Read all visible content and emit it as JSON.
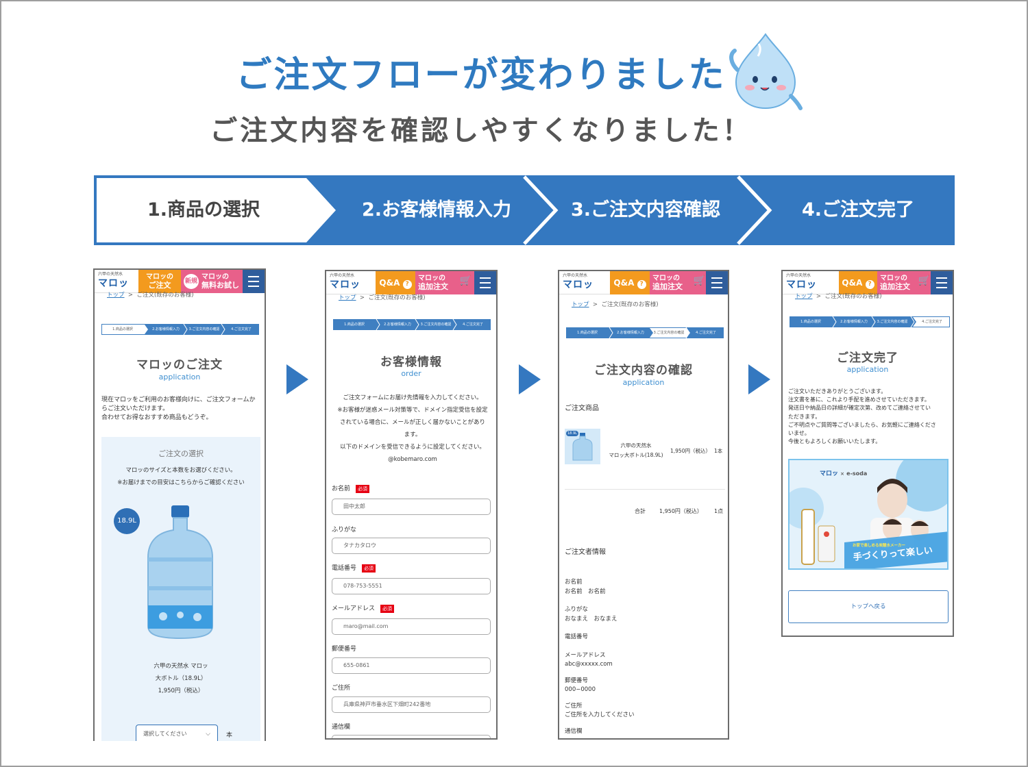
{
  "header": {
    "title": "ご注文フローが変わりました",
    "subtitle": "ご注文内容を確認しやすくなりました！"
  },
  "steps": [
    "1.商品の選択",
    "2.お客様情報入力",
    "3.ご注文内容確認",
    "4.ご注文完了"
  ],
  "colors": {
    "accent": "#3478c0",
    "title": "#2f7ac0",
    "orange": "#f39a1e",
    "pink": "#e8608a",
    "required": "#e60012"
  },
  "common": {
    "logo_small": "六甲の天然水",
    "logo_big": "マロッ",
    "breadcrumb_top": "トップ",
    "breadcrumb_sep": ">",
    "breadcrumb_page": "ご注文(既存のお客様)",
    "qa": "Q&A",
    "mini_steps": [
      "1.商品の選択",
      "2.お客様情報入力",
      "3.ご注文内容の確認",
      "4.ご注文完了"
    ]
  },
  "phone1": {
    "btn_order_1": "マロッの",
    "btn_order_2": "ご注文",
    "badge_new": "新規",
    "btn_trial_1": "マロッの",
    "btn_trial_2": "無料お試し",
    "heading": "マロッのご注文",
    "heading_en": "application",
    "intro_1": "現在マロッをご利用のお客様向けに、ご注文フォームか",
    "intro_2": "らご注文いただけます。",
    "intro_3": "合わせてお得なおすすめ商品もどうぞ。",
    "select_title": "ご注文の選択",
    "select_1": "マロッのサイズと本数をお選びください。",
    "select_2": "※お届けまでの目安はこちらからご確認ください",
    "size_badge": "18.9L",
    "product_1": "六甲の天然水 マロッ",
    "product_2": "大ボトル（18.9L）",
    "product_price": "1,950円（税込）",
    "select_placeholder": "選択してください",
    "unit": "本"
  },
  "phone2": {
    "btn_add_1": "マロッの",
    "btn_add_2": "追加注文",
    "heading": "お客様情報",
    "heading_en": "order",
    "notes": [
      "ご注文フォームにお届け先情報を入力してください。",
      "※お客様が迷惑メール対策等で、ドメイン指定受信を設定",
      "されている場合に、メールが正しく届かないことがあり",
      "ます。",
      "以下のドメインを受信できるように設定してください。",
      "@kobemaro.com"
    ],
    "required_label": "必須",
    "fields": [
      {
        "label": "お名前",
        "value": "田中太郎"
      },
      {
        "label": "ふりがな",
        "value": "タナカタロウ"
      },
      {
        "label": "電話番号",
        "value": "078-753-5551"
      },
      {
        "label": "メールアドレス",
        "value": "maro@mail.com"
      },
      {
        "label": "郵便番号",
        "value": "655-0861"
      },
      {
        "label": "ご住所",
        "value": "兵庫県神戸市垂水区下畑町242番地"
      },
      {
        "label": "通信欄",
        "value": ""
      }
    ]
  },
  "phone3": {
    "btn_add_1": "マロッの",
    "btn_add_2": "追加注文",
    "heading": "ご注文内容の確認",
    "heading_en": "application",
    "products_title": "ご注文商品",
    "item_tag": "18.9L",
    "item_name_1": "六甲の天然水",
    "item_name_2": "マロッ大ボトル(18.9L)",
    "item_price": "1,950円（税込）",
    "item_qty": "1本",
    "total_label": "合計",
    "total_price": "1,950円（税込）",
    "total_qty": "1点",
    "orderer_title": "ご注文者情報",
    "info": [
      {
        "label": "お名前",
        "value": "お名前　お名前"
      },
      {
        "label": "ふりがな",
        "value": "おなまえ　おなまえ"
      },
      {
        "label": "電話番号",
        "value": ""
      },
      {
        "label": "メールアドレス",
        "value": "abc@xxxxx.com"
      },
      {
        "label": "郵便番号",
        "value": "000−0000"
      },
      {
        "label": "ご住所",
        "value": "ご住所を入力してください"
      },
      {
        "label": "通信欄",
        "value": ""
      }
    ]
  },
  "phone4": {
    "btn_add_1": "マロッの",
    "btn_add_2": "追加注文",
    "heading": "ご注文完了",
    "heading_en": "application",
    "message": [
      "ご注文いただきありがとうございます。",
      "注文書を基に、これより手配を進めさせていただきます。",
      "発送日や納品日の詳細が確定次第、改めてご連絡させてい",
      "ただきます。",
      "ご不明点やご質問等ございましたら、お気軽にご連絡くださ",
      "いませ。",
      "今後ともよろしくお願いいたします。"
    ],
    "banner_brand": "マロッ",
    "banner_x": "×",
    "banner_partner": "e-soda",
    "banner_tag": "お家で楽しめる炭酸水メーカー",
    "banner_catch": "手づくりって楽しい",
    "back_button": "トップへ戻る"
  }
}
